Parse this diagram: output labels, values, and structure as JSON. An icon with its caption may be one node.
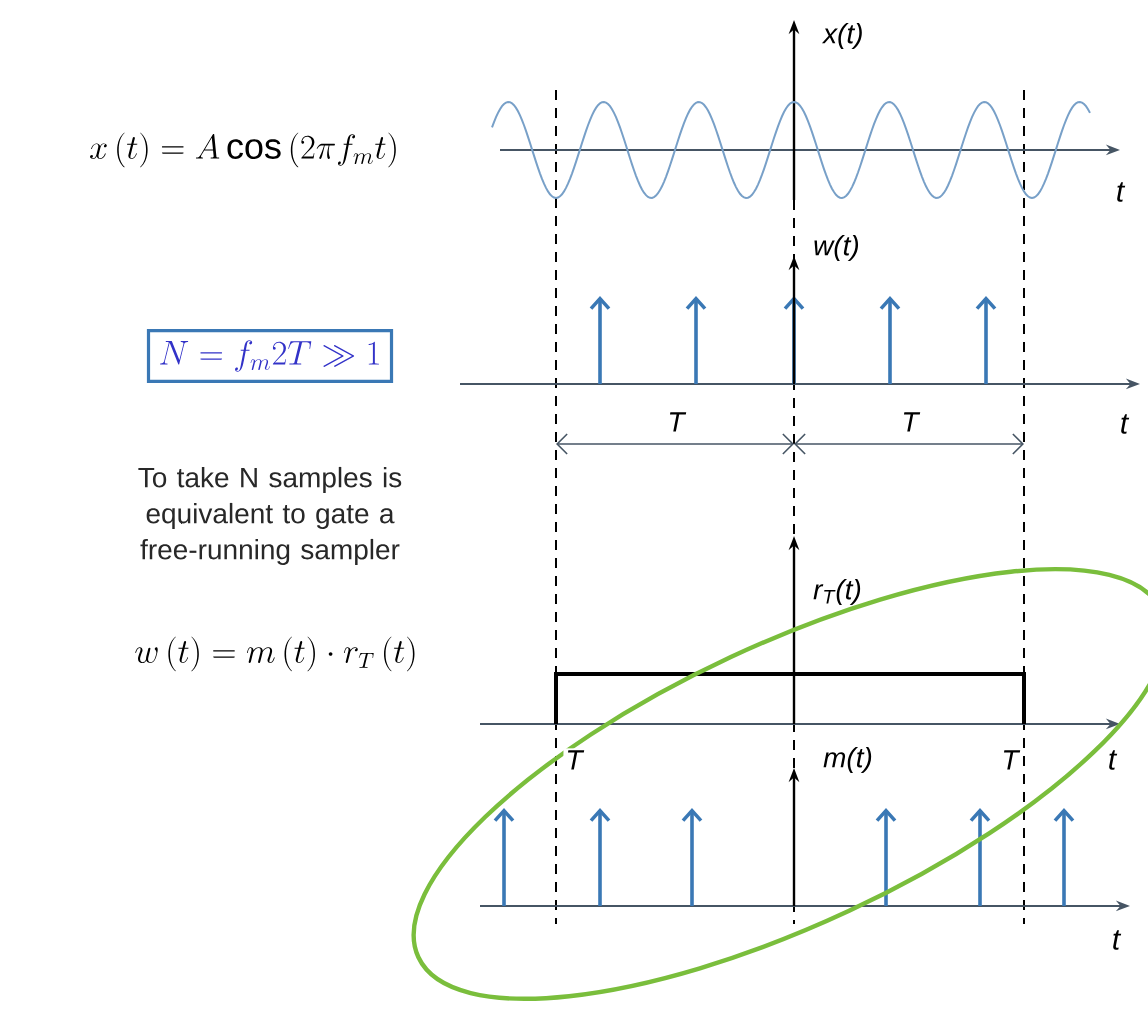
{
  "diagram": {
    "nodes": [
      {
        "text": [
          "N=f_{m}2T\\gg 1"
        ]
      }
    ],
    "labels": [
      "x(t)",
      "x\\left(t\\right)=A\\cos\\left(2\\pi f_{m}t\\right)",
      "t",
      "w(t)",
      "T",
      "T",
      "t",
      "To take N samples is equivalent to gate a free-running sampler",
      "r$_{T}$(t)",
      "w\\left(t\\right)=m\\left(t\\right)\\cdot r_{T}\\left(t\\right)",
      "T",
      "m(t)",
      "T",
      "t",
      "t"
    ]
  }
}
